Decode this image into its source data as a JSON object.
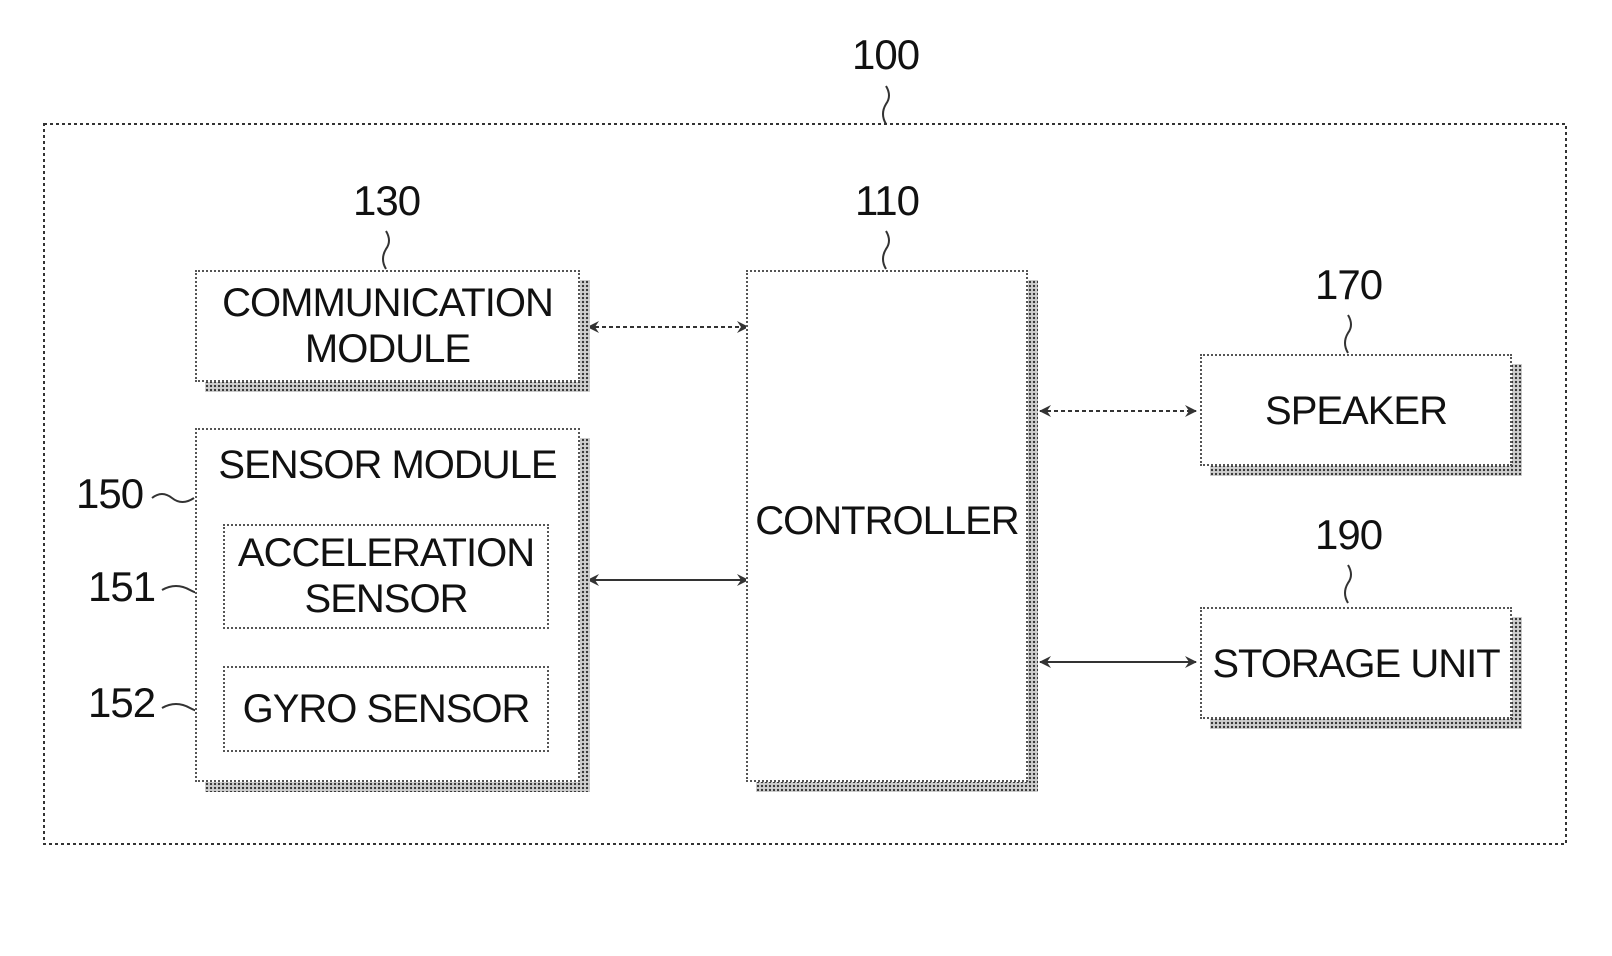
{
  "system": {
    "ref": "100"
  },
  "controller": {
    "ref": "110",
    "label": "CONTROLLER"
  },
  "communication_module": {
    "ref": "130",
    "label_line1": "COMMUNICATION",
    "label_line2": "MODULE"
  },
  "sensor_module": {
    "ref": "150",
    "label": "SENSOR MODULE",
    "acceleration_sensor": {
      "ref": "151",
      "label_line1": "ACCELERATION",
      "label_line2": "SENSOR"
    },
    "gyro_sensor": {
      "ref": "152",
      "label": "GYRO SENSOR"
    }
  },
  "speaker": {
    "ref": "170",
    "label": "SPEAKER"
  },
  "storage_unit": {
    "ref": "190",
    "label": "STORAGE UNIT"
  }
}
